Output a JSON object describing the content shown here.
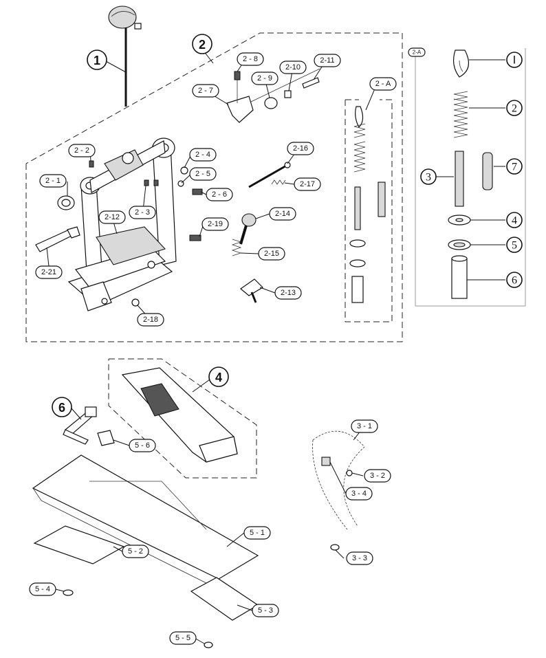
{
  "labels": {
    "n1": "1",
    "n2": "2",
    "n4": "4",
    "n6": "6",
    "p2_1": "2 - 1",
    "p2_2": "2 - 2",
    "p2_3": "2 - 3",
    "p2_4": "2 - 4",
    "p2_5": "2 - 5",
    "p2_6": "2 - 6",
    "p2_7": "2 - 7",
    "p2_8": "2 - 8",
    "p2_9": "2 - 9",
    "p2_10": "2-10",
    "p2_11": "2-11",
    "p2_12": "2-12",
    "p2_13": "2-13",
    "p2_14": "2-14",
    "p2_15": "2-15",
    "p2_16": "2-16",
    "p2_17": "2-17",
    "p2_18": "2-18",
    "p2_19": "2-19",
    "p2_21": "2-21",
    "p2_A": "2 - A",
    "p3_1": "3 - 1",
    "p3_2": "3 - 2",
    "p3_3": "3 - 3",
    "p3_4": "3 - 4",
    "p5_1": "5 - 1",
    "p5_2": "5 - 2",
    "p5_3": "5 - 3",
    "p5_4": "5 - 4",
    "p5_5": "5 - 5",
    "p5_6": "5 - 6"
  },
  "detail": {
    "tag": "2-A",
    "items": [
      "Ⅰ",
      "2",
      "3",
      "4",
      "5",
      "6",
      "7"
    ]
  }
}
